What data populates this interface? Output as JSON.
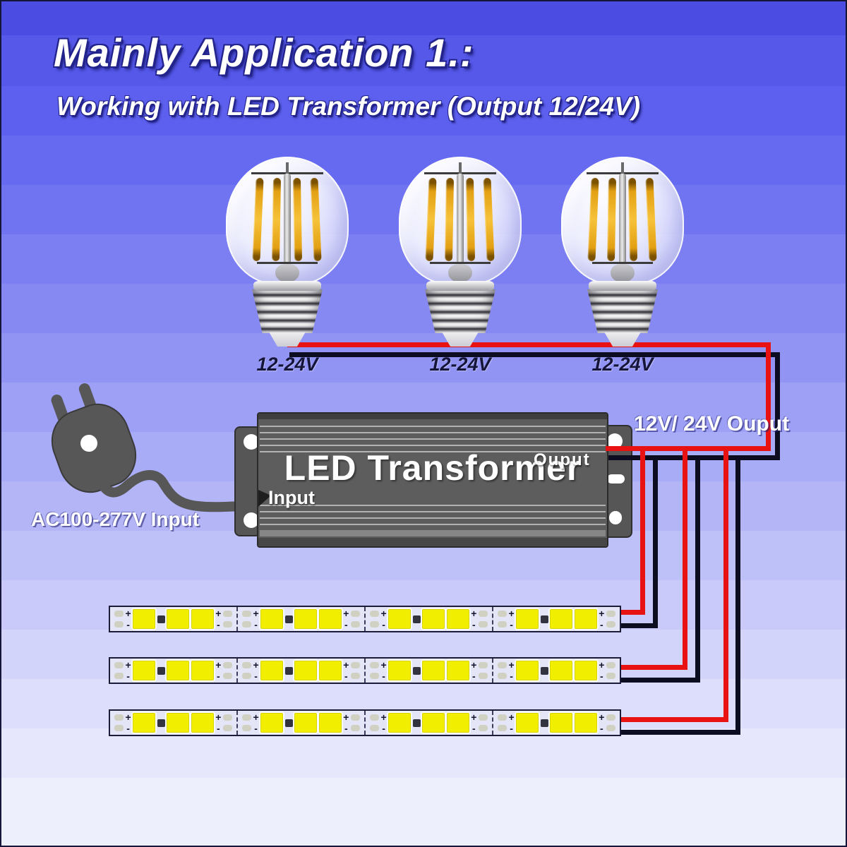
{
  "title": "Mainly Application 1.:",
  "subtitle": "Working with LED Transformer (Output 12/24V)",
  "bulbs": {
    "count": 3,
    "voltage_labels": [
      "12-24V",
      "12-24V",
      "12-24V"
    ]
  },
  "plug": {
    "label": "AC100-277V Input"
  },
  "transformer": {
    "name": "LED Transformer",
    "input_label": "Input",
    "output_label": "Ouput"
  },
  "output_wire_label": "12V/ 24V Ouput",
  "led_strips": {
    "count": 3,
    "segments_per_strip": 4,
    "leds_per_segment": 3,
    "plus_label": "+",
    "minus_label": "-"
  },
  "colors": {
    "positive_wire": "#e91212",
    "negative_wire": "#0d0d22",
    "led_yellow": "#f2ee00",
    "transformer_gray": "#5d5d5d",
    "background_top": "#4b4de2",
    "background_bottom": "#eeeffd"
  }
}
